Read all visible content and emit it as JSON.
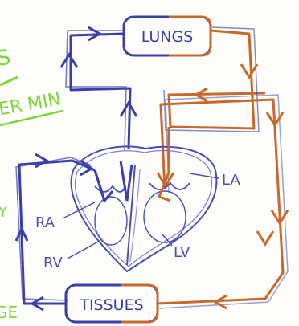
{
  "colors": {
    "deoxygenated": "#3b3fa8",
    "oxygenated": "#c8682a",
    "outline": "#4a4fb0",
    "margin_notes": "#7fd63a",
    "paper": "#fdfdfb"
  },
  "boxes": {
    "lungs": "LUNGS",
    "tissues": "TISSUES"
  },
  "labels": {
    "ra": "RA",
    "rv": "RV",
    "la": "LA",
    "lv": "LV"
  },
  "margin_notes": {
    "top_fragment": "S",
    "middle_fragment": "ER MIN",
    "side_fragment": "Y",
    "bottom_fragment": "GE"
  }
}
